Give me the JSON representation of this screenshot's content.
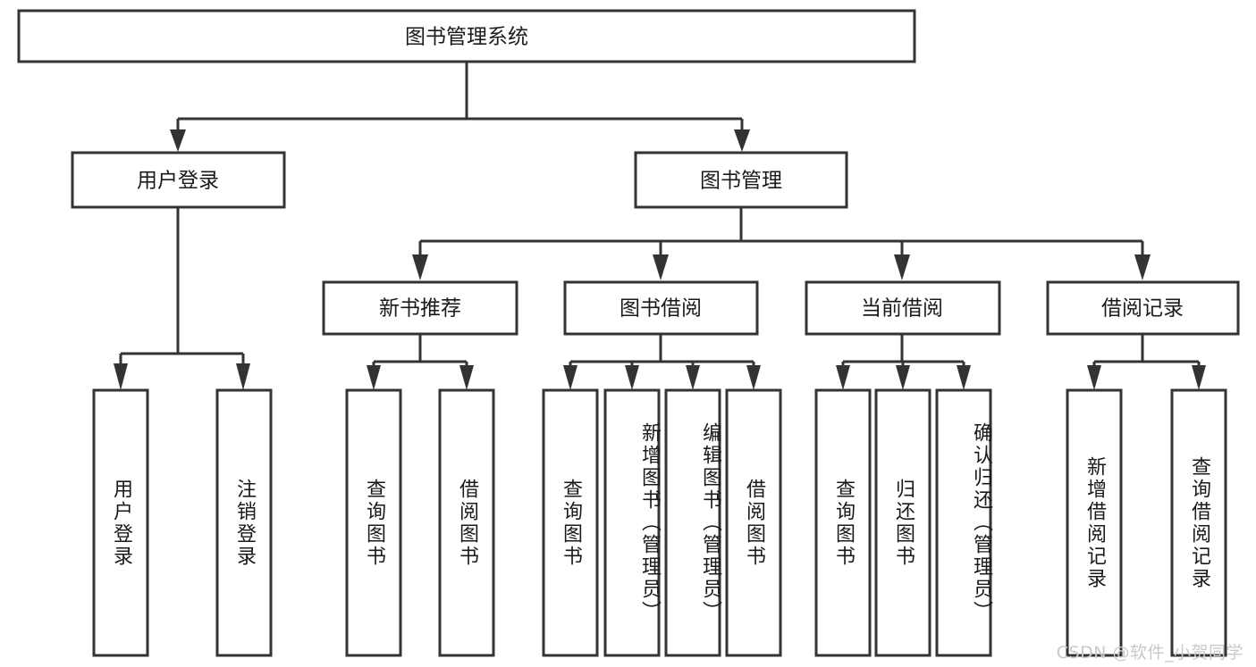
{
  "diagram": {
    "type": "tree-hierarchy-chart",
    "title": "图书管理系统",
    "orientation": "top-down",
    "colors": {
      "box_stroke": "#333333",
      "box_fill": "#ffffff",
      "text": "#1a1a1a",
      "watermark": "#c9c9c9",
      "background": "#ffffff"
    },
    "root": {
      "label": "图书管理系统"
    },
    "level2": [
      {
        "label": "用户登录"
      },
      {
        "label": "图书管理"
      }
    ],
    "level3": [
      {
        "label": "新书推荐"
      },
      {
        "label": "图书借阅"
      },
      {
        "label": "当前借阅"
      },
      {
        "label": "借阅记录"
      }
    ],
    "leaves_user_login": [
      {
        "label": "用户登录"
      },
      {
        "label": "注销登录"
      }
    ],
    "leaves_new_book": [
      {
        "label": "查询图书"
      },
      {
        "label": "借阅图书"
      }
    ],
    "leaves_book_borrow": [
      {
        "label": "查询图书"
      },
      {
        "label": "新增图书（管理员）"
      },
      {
        "label": "编辑图书（管理员）"
      },
      {
        "label": "借阅图书"
      }
    ],
    "leaves_current_borrow": [
      {
        "label": "查询图书"
      },
      {
        "label": "归还图书"
      },
      {
        "label": "确认归还（管理员）"
      }
    ],
    "leaves_borrow_record": [
      {
        "label": "新增借阅记录"
      },
      {
        "label": "查询借阅记录"
      }
    ]
  },
  "watermark": {
    "text": "CSDN @软件_小贺同学"
  }
}
